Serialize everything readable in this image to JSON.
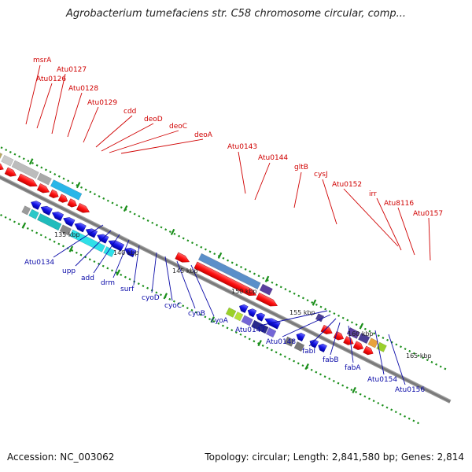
{
  "header": {
    "title": "Agrobacterium tumefaciens str. C58 chromosome circular, comp..."
  },
  "footer": {
    "accession": "Accession: NC_003062",
    "summary": "Topology: circular; Length: 2,841,580 bp; Genes: 2,814"
  },
  "colors": {
    "top_label": "#d00000",
    "bottom_label": "#0a0aa8",
    "forward_gene": "#ff1010",
    "reverse_gene": "#1414e6",
    "backbone": "#808080",
    "tick": "#1b8f1b"
  },
  "top_labels": [
    "msrA",
    "Atu0126",
    "Atu0127",
    "Atu0128",
    "Atu0129",
    "cdd",
    "deoD",
    "deoC",
    "deoA",
    "Atu0143",
    "Atu0144",
    "gltB",
    "cysJ",
    "Atu0152",
    "irr",
    "Atu8116",
    "Atu0157"
  ],
  "bottom_labels": [
    "Atu0134",
    "upp",
    "add",
    "drm",
    "surf",
    "cyoD",
    "cyoC",
    "cyoB",
    "cyoA",
    "Atu0147",
    "Atu0148",
    "fabI",
    "fabB",
    "fabA",
    "Atu0154",
    "Atu0156"
  ],
  "scale_labels": [
    "135 kbp",
    "140 kbp",
    "145 kbp",
    "150 kbp",
    "155 kbp",
    "160 kbp",
    "165 kbp"
  ]
}
